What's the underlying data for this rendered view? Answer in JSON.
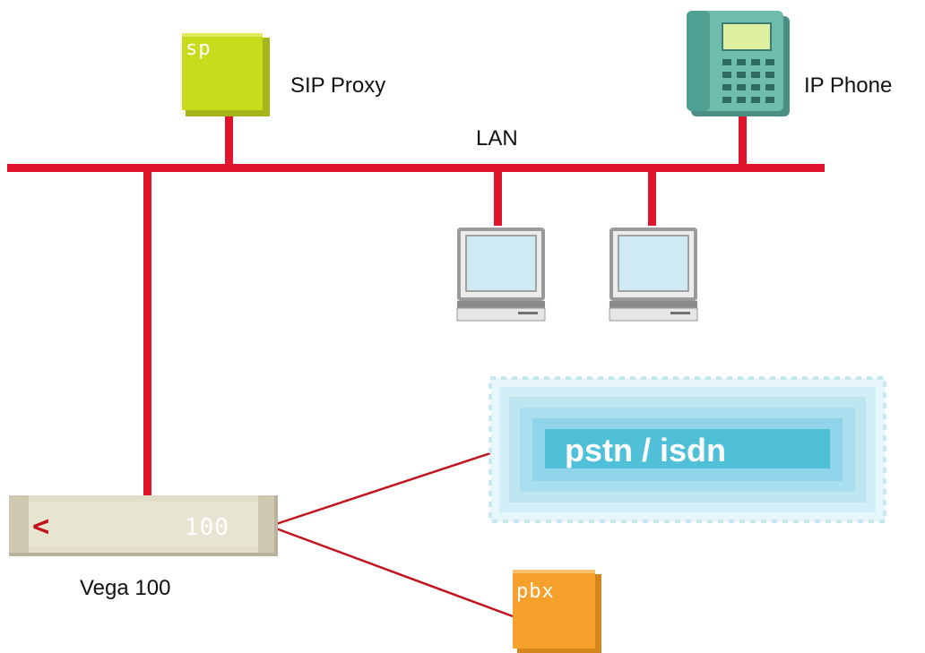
{
  "labels": {
    "sip_proxy": "SIP Proxy",
    "ip_phone": "IP Phone",
    "lan": "LAN",
    "vega": "Vega 100"
  },
  "devices": {
    "sip_proxy_tag": "sp",
    "pbx_tag": "pbx",
    "vega_tag": "100",
    "vega_arrow": "<",
    "pstn": "pstn / isdn"
  },
  "colors": {
    "lan_line": "#e0142a",
    "wire": "#c0141e",
    "sip_proxy": "#c8dc1e",
    "pbx": "#f7a12c",
    "phone": "#5aa99a",
    "pstn_cloud": "#aee3f0",
    "pstn_band": "#4fc0d8",
    "vega_body": "#e2ddc8"
  },
  "icons": {
    "sip_proxy": "server-icon",
    "ip_phone": "desk-phone-icon",
    "laptop": "laptop-icon",
    "vega": "gateway-icon",
    "pbx": "pbx-icon",
    "pstn": "cloud-icon"
  }
}
